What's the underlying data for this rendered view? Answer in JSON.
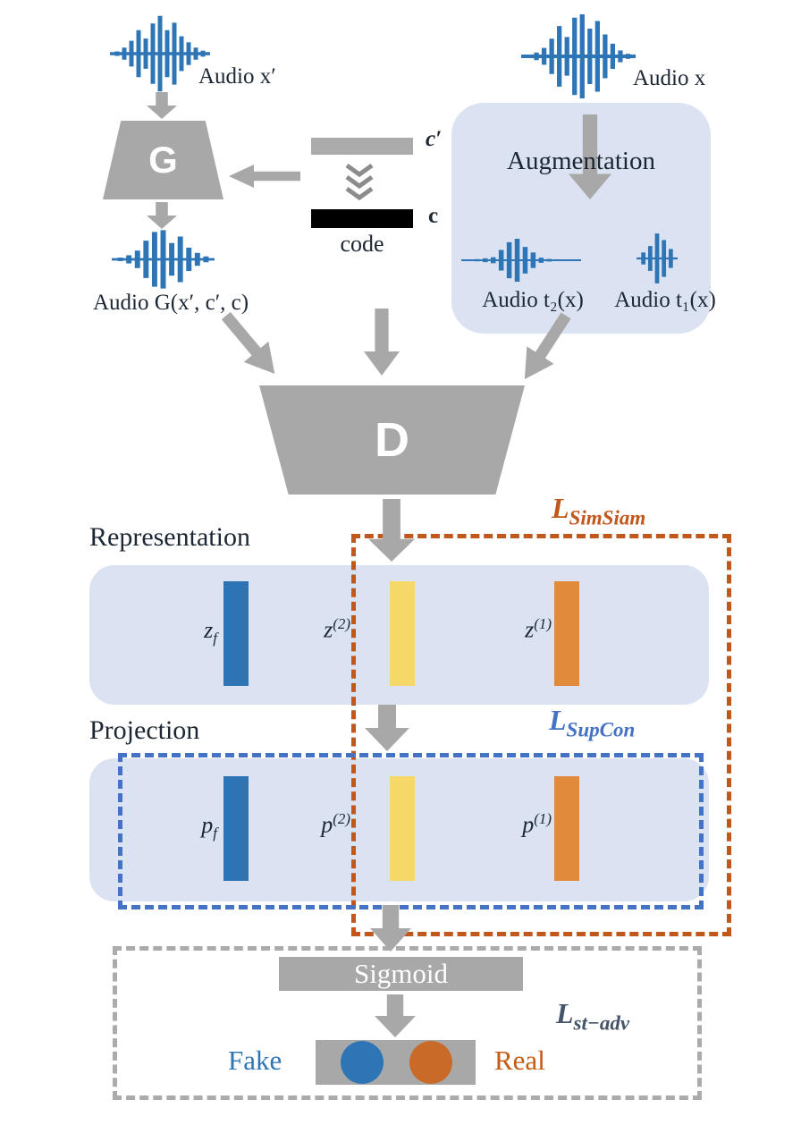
{
  "palette": {
    "gray": "#A8A8A8",
    "panel_blue": "#DBE2F1",
    "bar_blue": "#2E74B5",
    "bar_yellow": "#F6D868",
    "bar_orange": "#E08A3C",
    "dash_orange": "#C0571B",
    "dash_blue": "#4472C4",
    "dash_gray": "#ABABAB",
    "circle_blue": "#2E75B6",
    "circle_orange": "#C96A28",
    "fake_blue": "#2E75B6",
    "real_orange": "#C55A11",
    "st_adv_gray": "#44546A",
    "waveform_blue": "#2E75B6",
    "code_black": "#000000"
  },
  "generator_branch": {
    "input_label": "Audio x′",
    "g_label": "G",
    "output_label": "Audio G(x′, c′, c)"
  },
  "code_block": {
    "c_prime_label": "c′",
    "c_label": "c",
    "caption": "code"
  },
  "augmentation_branch": {
    "input_label": "Audio x",
    "box_label": "Augmentation",
    "t2_label": "Audio t₂(x)",
    "t1_label": "Audio t₁(x)"
  },
  "discriminator": {
    "label": "D"
  },
  "representation": {
    "title": "Representation",
    "bars": [
      {
        "base": "z",
        "sub": "f",
        "color": "#2E74B5"
      },
      {
        "base": "z",
        "sup": "(2)",
        "color": "#F6D868"
      },
      {
        "base": "z",
        "sup": "(1)",
        "color": "#E08A3C"
      }
    ]
  },
  "projection": {
    "title": "Projection",
    "bars": [
      {
        "base": "p",
        "sub": "f",
        "color": "#2E74B5"
      },
      {
        "base": "p",
        "sup": "(2)",
        "color": "#F6D868"
      },
      {
        "base": "p",
        "sup": "(1)",
        "color": "#E08A3C"
      }
    ]
  },
  "losses": {
    "simsiam": {
      "base": "L",
      "sub": "SimSiam",
      "color": "#C0571B"
    },
    "supcon": {
      "base": "L",
      "sub": "SupCon",
      "color": "#4472C4"
    },
    "st_adv": {
      "base": "L",
      "sub": "st−adv",
      "color": "#44546A"
    }
  },
  "output_head": {
    "sigmoid_label": "Sigmoid",
    "fake_label": "Fake",
    "real_label": "Real"
  }
}
